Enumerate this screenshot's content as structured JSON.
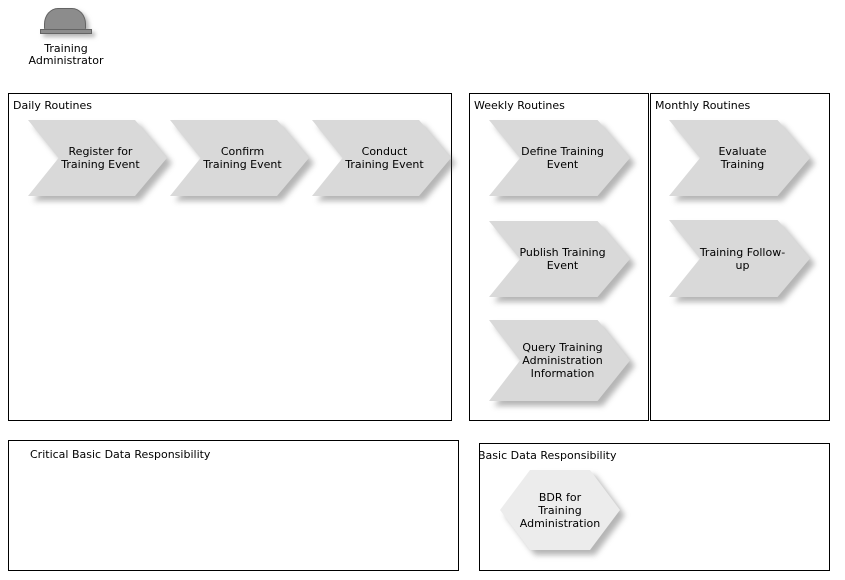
{
  "actor": {
    "label": "Training\nAdministrator"
  },
  "boxes": {
    "daily": {
      "title": "Daily Routines"
    },
    "weekly": {
      "title": "Weekly Routines"
    },
    "monthly": {
      "title": "Monthly Routines"
    },
    "critical": {
      "title": "Critical Basic Data Responsibility"
    },
    "basic": {
      "title": "Basic Data Responsibility"
    }
  },
  "steps": {
    "register": {
      "label": "Register for\nTraining Event"
    },
    "confirm": {
      "label": "Confirm\nTraining Event"
    },
    "conduct": {
      "label": "Conduct\nTraining Event"
    },
    "define": {
      "label": "Define Training\nEvent"
    },
    "publish": {
      "label": "Publish Training\nEvent"
    },
    "query": {
      "label": "Query Training\nAdministration\nInformation"
    },
    "evaluate": {
      "label": "Evaluate\nTraining"
    },
    "followup": {
      "label": "Training Follow-\nup"
    },
    "bdr": {
      "label": "BDR for\nTraining\nAdministration"
    }
  },
  "colors": {
    "arrow_fill": "#d9d9d9",
    "hexagon_fill": "#ececec",
    "actor_fill": "#8c8c8c",
    "border": "#000000"
  }
}
